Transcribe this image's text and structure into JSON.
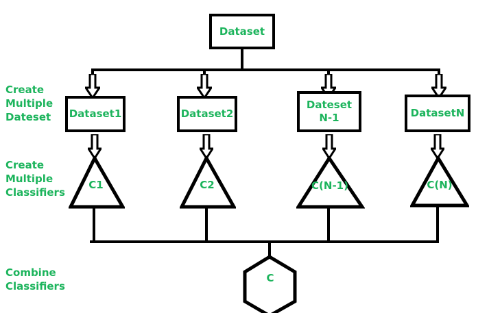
{
  "diagram": {
    "title_node": {
      "label": "Dataset"
    },
    "stage_labels": [
      {
        "name": "create-multiple-dataset",
        "text": "Create\nMultiple\nDateset"
      },
      {
        "name": "create-multiple-classifiers",
        "text": "Create\nMultiple\nClassifiers"
      },
      {
        "name": "combine-classifiers",
        "text": "Combine\nClassifiers"
      }
    ],
    "datasets": [
      {
        "label": "Dataset1"
      },
      {
        "label": "Dataset2"
      },
      {
        "label": "Dateset\nN-1"
      },
      {
        "label": "DatasetN"
      }
    ],
    "classifiers": [
      {
        "label": "C1"
      },
      {
        "label": "C2"
      },
      {
        "label": "C(N-1)"
      },
      {
        "label": "C(N)"
      }
    ],
    "combiner": {
      "label": "C"
    },
    "colors": {
      "text_green": "#1cb45c",
      "stroke_black": "#000000",
      "background": "#ffffff"
    }
  }
}
